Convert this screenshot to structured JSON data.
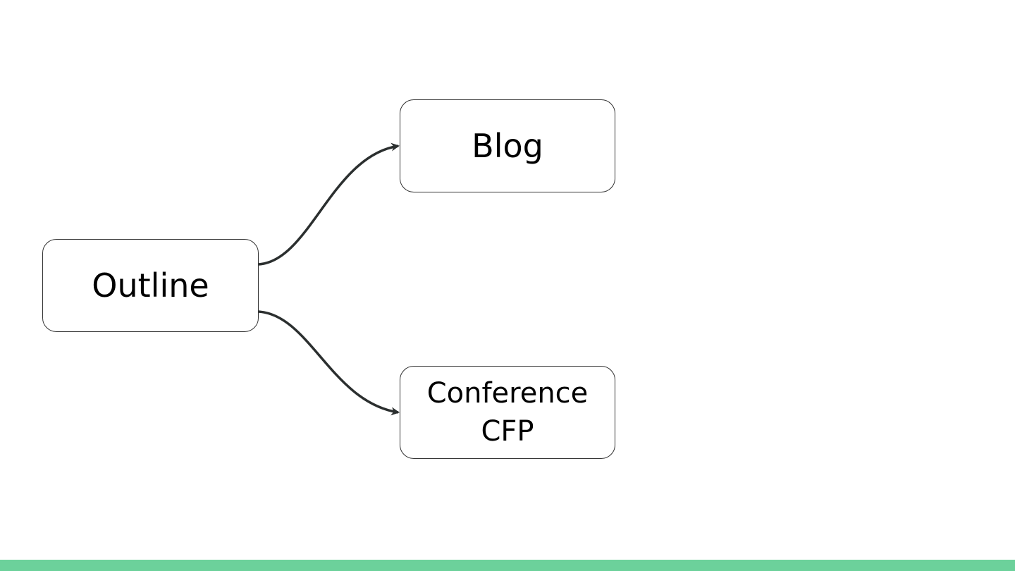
{
  "diagram": {
    "nodes": [
      {
        "id": "outline",
        "label": "Outline"
      },
      {
        "id": "blog",
        "label": "Blog"
      },
      {
        "id": "cfp",
        "label_lines": [
          "Conference",
          "CFP"
        ]
      }
    ],
    "edges": [
      {
        "from": "outline",
        "to": "blog"
      },
      {
        "from": "outline",
        "to": "cfp"
      }
    ]
  },
  "colors": {
    "accent": "#6cd19b",
    "stroke": "#2b2f2f",
    "node_border": "#333333",
    "text": "#000000"
  }
}
